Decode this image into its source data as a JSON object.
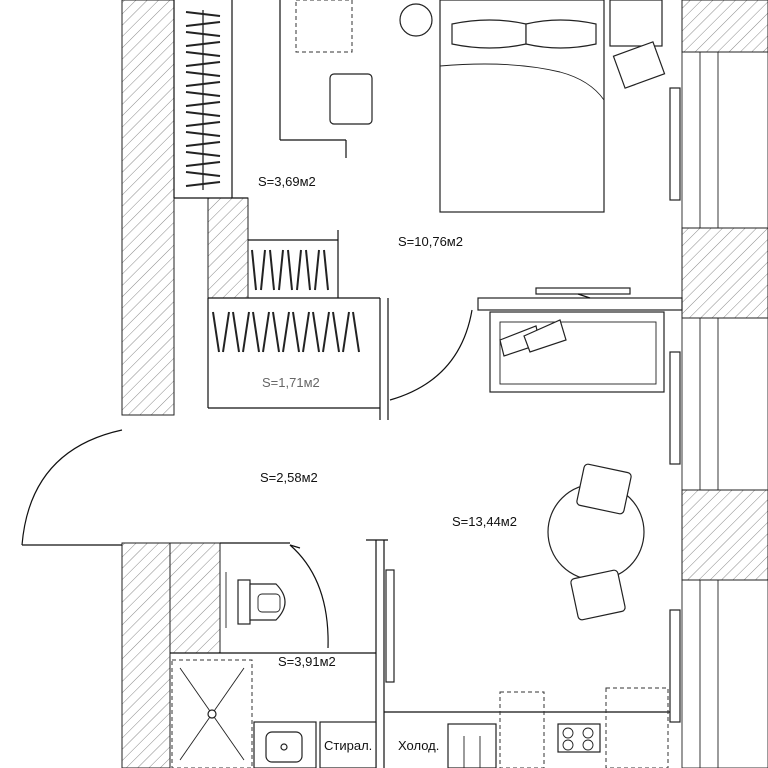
{
  "rooms": [
    {
      "name": "room-area-wardrobe",
      "label": "S=3,69м2"
    },
    {
      "name": "room-area-bedroom",
      "label": "S=10,76м2"
    },
    {
      "name": "room-area-closet",
      "label": "S=1,71м2"
    },
    {
      "name": "room-area-hall",
      "label": "S=2,58м2"
    },
    {
      "name": "room-area-living",
      "label": "S=13,44м2"
    },
    {
      "name": "room-area-bathroom",
      "label": "S=3,91м2"
    }
  ],
  "appliances": {
    "washer": "Стирал.",
    "fridge": "Холод."
  }
}
